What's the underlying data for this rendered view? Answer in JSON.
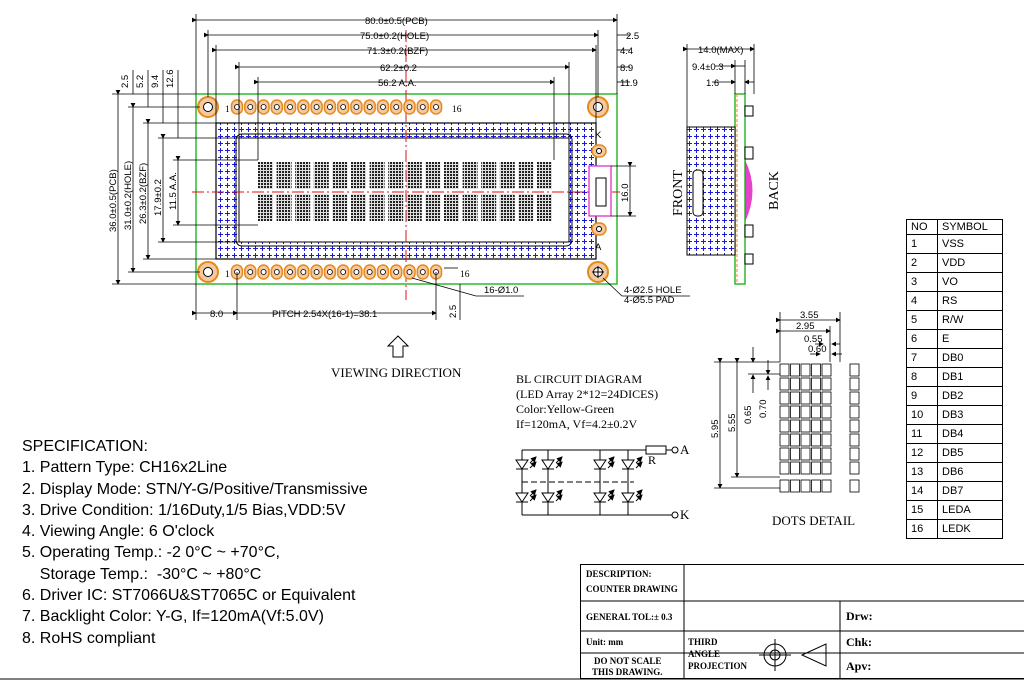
{
  "front_view": {
    "dimensions": {
      "pcb_width": "80.0±0.5(PCB)",
      "hole_span": "75.0±0.2(HOLE)",
      "bezel_width": "71.3±0.2(BZF)",
      "va_width": "62.2±0.2",
      "aa_width": "56.2 A.A.",
      "right_2_5": "2.5",
      "right_4_4": "4.4",
      "right_8_9": "8.9",
      "right_11_9": "11.9",
      "top_2_5": "2.5",
      "top_5_2": "5.2",
      "top_9_4": "9.4",
      "top_12_6": "12.6",
      "pcb_height": "36.0±0.5(PCB)",
      "hole_height": "31.0±0.2(HOLE)",
      "bezel_height": "26.3±0.2(BZF)",
      "va_height": "17.9±0.2",
      "aa_height": "11.5 A.A.",
      "right_16_0": "16.0",
      "bottom_8_0": "8.0",
      "pitch": "PITCH 2.54X(16-1)=38.1",
      "bottom_2_5": "2.5",
      "pin_dia": "16-Ø1.0",
      "hole_dia": "4-Ø2.5 HOLE",
      "pad_dia": "4-Ø5.5 PAD"
    },
    "pin_labels": {
      "top_first": "1",
      "top_last": "16",
      "bottom_first": "1",
      "bottom_last": "16",
      "k": "K",
      "a": "A"
    },
    "viewing_direction": "VIEWING DIRECTION"
  },
  "side_view": {
    "max_thickness": "14.0(MAX)",
    "offset": "9.4±0.3",
    "pcb_thk": "1.6",
    "front_label": "FRONT",
    "back_label": "BACK"
  },
  "pin_table": {
    "headers": [
      "NO",
      "SYMBOL"
    ],
    "rows": [
      [
        "1",
        "VSS"
      ],
      [
        "2",
        "VDD"
      ],
      [
        "3",
        "VO"
      ],
      [
        "4",
        "RS"
      ],
      [
        "5",
        "R/W"
      ],
      [
        "6",
        "E"
      ],
      [
        "7",
        "DB0"
      ],
      [
        "8",
        "DB1"
      ],
      [
        "9",
        "DB2"
      ],
      [
        "10",
        "DB3"
      ],
      [
        "11",
        "DB4"
      ],
      [
        "12",
        "DB5"
      ],
      [
        "13",
        "DB6"
      ],
      [
        "14",
        "DB7"
      ],
      [
        "15",
        "LEDA"
      ],
      [
        "16",
        "LEDK"
      ]
    ]
  },
  "bl_circuit": {
    "title": "BL CIRCUIT DIAGRAM",
    "array": "(LED Array  2*12=24DICES)",
    "color": "Color:Yellow-Green",
    "electrical": "If=120mA, Vf=4.2±0.2V",
    "node_a": "A",
    "node_k": "K",
    "resistor": "R"
  },
  "dots_detail": {
    "title": "DOTS DETAIL",
    "d_3_55": "3.55",
    "d_2_95": "2.95",
    "d_0_55": "0.55",
    "d_0_60": "0.60",
    "d_5_95": "5.95",
    "d_5_55": "5.55",
    "d_0_65": "0.65",
    "d_0_70": "0.70"
  },
  "specification": {
    "title": "SPECIFICATION:",
    "items": [
      "1. Pattern Type: CH16x2Line",
      "2. Display Mode: STN/Y-G/Positive/Transmissive",
      "3. Drive Condition: 1/16Duty,1/5 Bias,VDD:5V",
      "4. Viewing Angle: 6 O'clock",
      "5. Operating Temp.: -2 0°C ~ +70°C,",
      "    Storage Temp.:  -30°C ~ +80°C",
      "6. Driver IC: ST7066U&ST7065C or Equivalent",
      "7. Backlight Color: Y-G, If=120mA(Vf:5.0V)",
      "8. RoHS compliant"
    ]
  },
  "title_block": {
    "description": "DESCRIPTION:",
    "counter": "COUNTER DRAWING",
    "tolerance": "GENERAL TOL:± 0.3",
    "unit": "Unit: mm",
    "no_scale_1": "DO NOT SCALE",
    "no_scale_2": "THIS DRAWING.",
    "third": "THIRD",
    "angle": "ANGLE",
    "projection": "PROJECTION",
    "drw": "Drw:",
    "chk": "Chk:",
    "apv": "Apv:"
  },
  "colors": {
    "pcb_green": "#2fb82f",
    "pad_orange": "#e8891a",
    "glass_blue": "#1a1ad8",
    "center_red": "#e01010",
    "led_magenta": "#e020c0"
  }
}
